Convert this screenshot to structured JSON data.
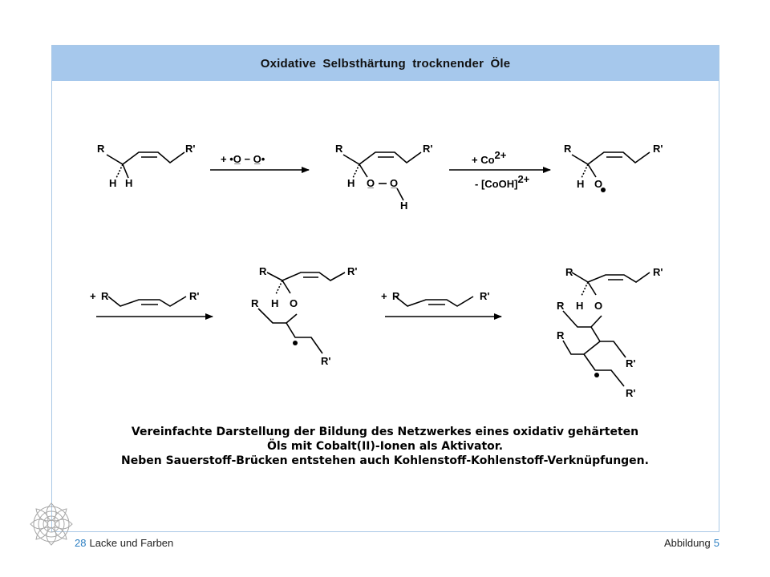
{
  "header": {
    "title": "Oxidative  Selbsthärtung  trocknender  Öle"
  },
  "diagram": {
    "labels": {
      "R": "R",
      "R_prime": "R'",
      "H": "H",
      "O": "O",
      "O_bar": "O̲",
      "O_dot": "O•",
      "oxygen_reagent": "+ •O̲ − O̲•",
      "cobalt_add": "+ Co",
      "cobalt_add_sup": "2+",
      "cobalt_remove": "- [CoOH]",
      "cobalt_remove_sup": "2+",
      "alkene_add_plus": "+",
      "radical_dot": "•"
    }
  },
  "caption": {
    "line1": "Vereinfachte Darstellung der Bildung des Netzwerkes eines oxidativ gehärteten",
    "line2": "Öls mit Cobalt(II)-Ionen als Aktivator.",
    "line3": "Neben Sauerstoff-Brücken entstehen auch Kohlenstoff-Kohlenstoff-Verknüpfungen."
  },
  "footer": {
    "page_number": "28",
    "source": "Lacke und Farben",
    "figure_label": "Abbildung",
    "figure_number": "5"
  },
  "icons": {
    "logo": "rosette-logo-icon"
  },
  "colors": {
    "title_bar": "#a6c8ec",
    "frame_border": "#a9c8e6",
    "footer_number": "#2c7fc2"
  }
}
